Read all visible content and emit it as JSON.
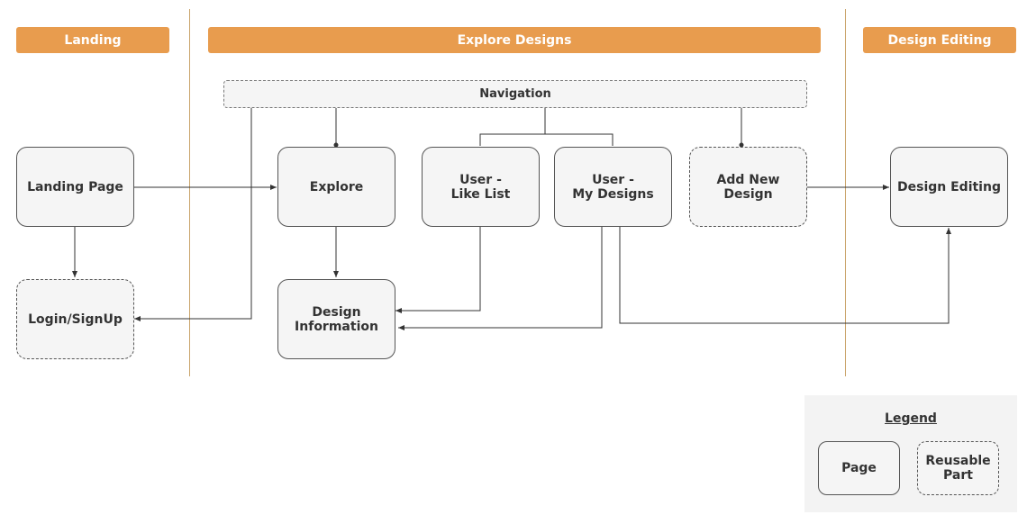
{
  "lanes": {
    "landing": "Landing",
    "explore": "Explore Designs",
    "editing": "Design Editing"
  },
  "nodes": {
    "navigation": "Navigation",
    "landing_page": "Landing Page",
    "login_signup": "Login/SignUp",
    "explore": "Explore",
    "design_information": "Design\nInformation",
    "user_like_list": "User -\nLike List",
    "user_my_designs": "User -\nMy Designs",
    "add_new_design": "Add New\nDesign",
    "design_editing": "Design Editing"
  },
  "legend": {
    "title": "Legend",
    "page": "Page",
    "reusable_part": "Reusable\nPart"
  },
  "colors": {
    "banner": "#e89c4e",
    "node_fill": "#f5f5f5",
    "stroke": "#333333",
    "divider": "#c9a36a"
  }
}
